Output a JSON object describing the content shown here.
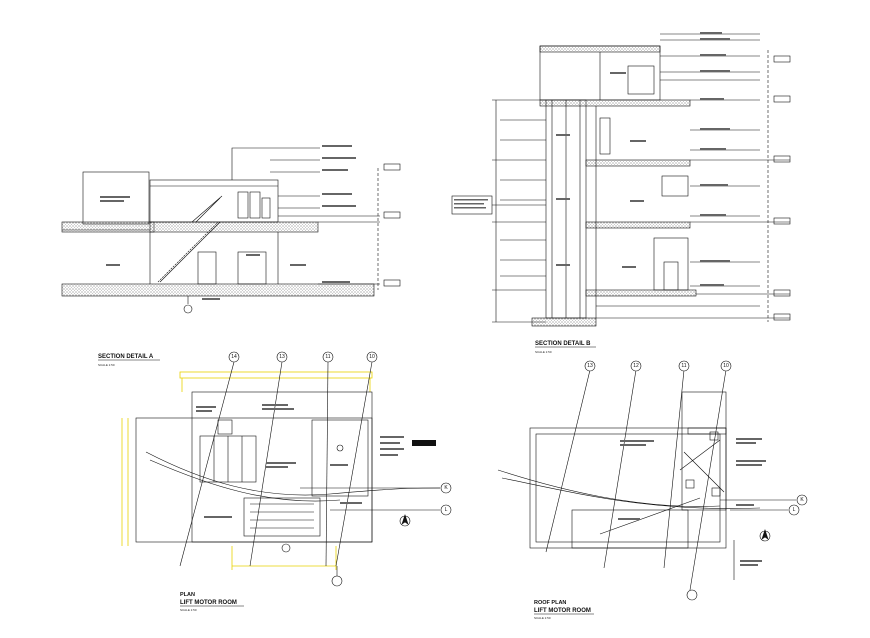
{
  "drawings": {
    "section_a": {
      "title": "SECTION DETAIL A",
      "scale": "SCALE 1:50"
    },
    "section_b": {
      "title": "SECTION DETAIL B",
      "scale": "SCALE 1:50"
    },
    "plan": {
      "title": "PLAN",
      "subtitle": "LIFT MOTOR ROOM",
      "scale": "SCALE 1:50"
    },
    "roof_plan": {
      "title": "ROOF PLAN",
      "subtitle": "LIFT MOTOR ROOM",
      "scale": "SCALE 1:50"
    }
  },
  "grids": {
    "plan": [
      "14",
      "13",
      "11",
      "10"
    ],
    "plan_side": [
      "K",
      "L"
    ],
    "roof": [
      "13",
      "12",
      "11",
      "10"
    ],
    "roof_side": [
      "K",
      "L"
    ]
  },
  "colors": {
    "ink": "#111111",
    "accent": "#e8d200",
    "bg": "#ffffff"
  }
}
